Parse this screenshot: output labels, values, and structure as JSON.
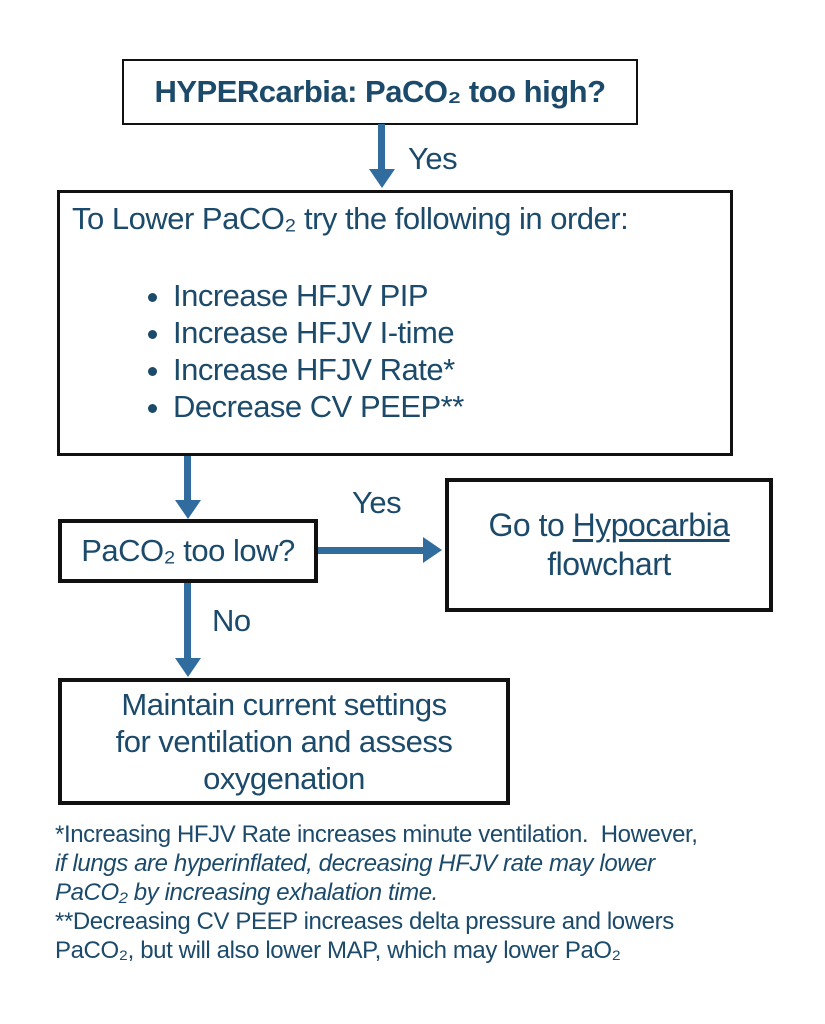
{
  "palette": {
    "text_navy": "#1c4a6b",
    "arrow_blue": "#306d9e",
    "box_border": "#111111",
    "background": "#ffffff"
  },
  "title_box": {
    "label": "HYPERcarbia: PaCO₂ too high?"
  },
  "labels": {
    "yes_top": "Yes",
    "yes_right": "Yes",
    "no": "No"
  },
  "process_box": {
    "title": "To Lower PaCO₂ try the following in order:",
    "bullets": [
      "Increase HFJV PIP",
      "Increase HFJV I-time",
      "Increase HFJV Rate*",
      "Decrease CV PEEP**"
    ]
  },
  "decision_box": {
    "label": "PaCO₂ too low?"
  },
  "hypocarbia_box": {
    "prefix": "Go to ",
    "link": "Hypocarbia",
    "line2": "flowchart"
  },
  "maintain_box": {
    "lines": [
      "Maintain current settings",
      "for ventilation and assess",
      "oxygenation"
    ]
  },
  "footnotes": {
    "lines": [
      {
        "text": "*Increasing HFJV Rate increases minute ventilation.  However,",
        "italic": false
      },
      {
        "text": "if lungs are hyperinflated, decreasing HFJV rate may lower",
        "italic": true
      },
      {
        "text": "PaCO₂ by increasing exhalation time.",
        "italic": true
      },
      {
        "text": "**Decreasing CV PEEP increases delta pressure and lowers",
        "italic": false
      },
      {
        "text": "PaCO₂, but will also lower MAP, which may lower PaO₂",
        "italic": false
      }
    ]
  }
}
